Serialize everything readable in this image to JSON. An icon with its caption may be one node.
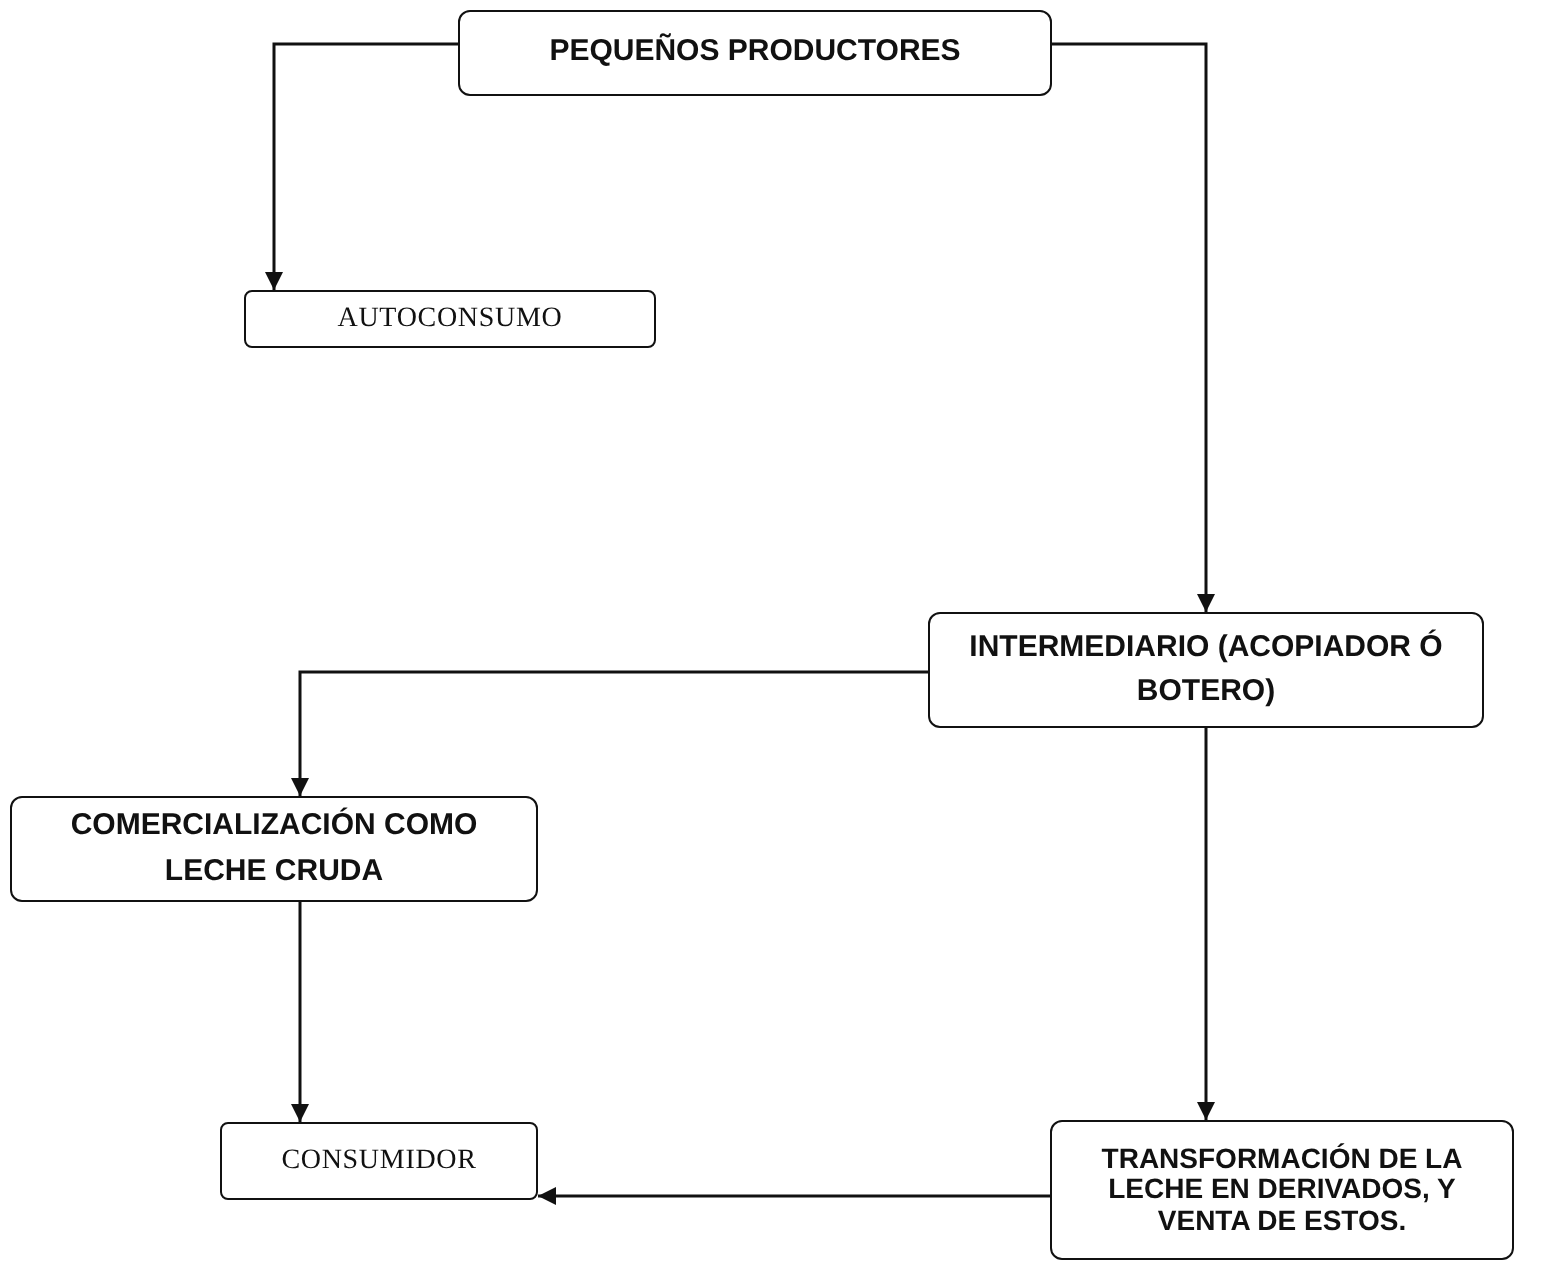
{
  "diagram": {
    "nodes": [
      {
        "text": [
          "PEQUEÑOS PRODUCTORES"
        ]
      },
      {
        "text": [
          "AUTOCONSUMO"
        ]
      },
      {
        "text": [
          "INTERMEDIARIO (ACOPIADOR Ó BOTERO)"
        ]
      },
      {
        "text": [
          "COMERCIALIZACIÓN COMO LECHE CRUDA"
        ]
      },
      {
        "text": [
          "CONSUMIDOR"
        ]
      },
      {
        "text": [
          "TRANSFORMACIÓN DE LA LECHE EN DERIVADOS, Y VENTA DE ESTOS."
        ]
      }
    ],
    "edges": [
      {
        "from": 0,
        "to": 1,
        "arrow": "to"
      },
      {
        "from": 0,
        "to": 2,
        "arrow": "to"
      },
      {
        "from": 2,
        "to": 3,
        "arrow": "to"
      },
      {
        "from": 2,
        "to": 5,
        "arrow": "to"
      },
      {
        "from": 3,
        "to": 4,
        "arrow": "to"
      },
      {
        "from": 5,
        "to": 4,
        "arrow": "to"
      }
    ]
  }
}
